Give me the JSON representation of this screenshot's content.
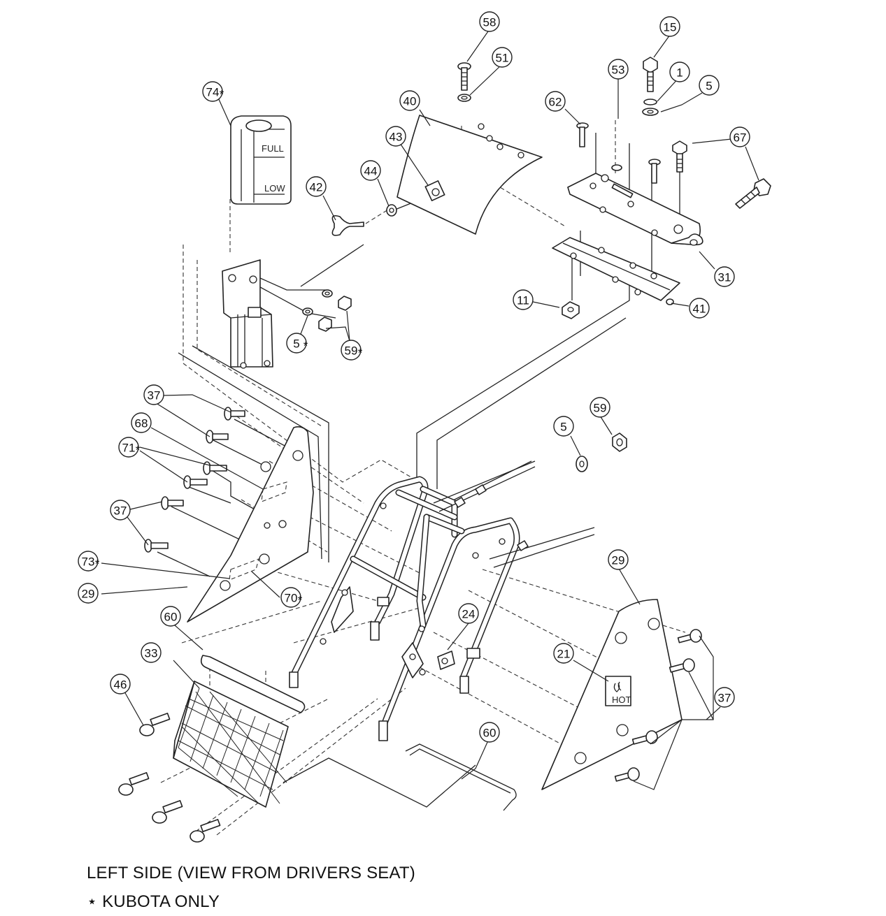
{
  "captions": {
    "view": "LEFT SIDE (VIEW FROM DRIVERS SEAT)",
    "note": "⋆ KUBOTA ONLY"
  },
  "tank_labels": {
    "full": "FULL",
    "low": "LOW"
  },
  "decal_label": "HOT",
  "kubota_marker": "*",
  "callouts": [
    {
      "id": "c58",
      "label": "58",
      "kubota": false
    },
    {
      "id": "c51",
      "label": "51",
      "kubota": false
    },
    {
      "id": "c15",
      "label": "15",
      "kubota": false
    },
    {
      "id": "c53",
      "label": "53",
      "kubota": false
    },
    {
      "id": "c1",
      "label": "1",
      "kubota": false
    },
    {
      "id": "c5a",
      "label": "5",
      "kubota": false
    },
    {
      "id": "c74",
      "label": "74",
      "kubota": true
    },
    {
      "id": "c40",
      "label": "40",
      "kubota": false
    },
    {
      "id": "c62",
      "label": "62",
      "kubota": false
    },
    {
      "id": "c67",
      "label": "67",
      "kubota": false
    },
    {
      "id": "c43",
      "label": "43",
      "kubota": false
    },
    {
      "id": "c44",
      "label": "44",
      "kubota": false
    },
    {
      "id": "c42",
      "label": "42",
      "kubota": false
    },
    {
      "id": "c31",
      "label": "31",
      "kubota": false
    },
    {
      "id": "c11",
      "label": "11",
      "kubota": false
    },
    {
      "id": "c41",
      "label": "41",
      "kubota": false
    },
    {
      "id": "c5b",
      "label": "5",
      "kubota": true
    },
    {
      "id": "c59a",
      "label": "59",
      "kubota": true
    },
    {
      "id": "c37a",
      "label": "37",
      "kubota": false
    },
    {
      "id": "c59b",
      "label": "59",
      "kubota": false
    },
    {
      "id": "c68",
      "label": "68",
      "kubota": false
    },
    {
      "id": "c5c",
      "label": "5",
      "kubota": false
    },
    {
      "id": "c71",
      "label": "71",
      "kubota": true
    },
    {
      "id": "c37b",
      "label": "37",
      "kubota": false
    },
    {
      "id": "c73",
      "label": "73",
      "kubota": true
    },
    {
      "id": "c29a",
      "label": "29",
      "kubota": false
    },
    {
      "id": "c29b",
      "label": "29",
      "kubota": false
    },
    {
      "id": "c70",
      "label": "70",
      "kubota": true
    },
    {
      "id": "c60a",
      "label": "60",
      "kubota": false
    },
    {
      "id": "c24",
      "label": "24",
      "kubota": false
    },
    {
      "id": "c21",
      "label": "21",
      "kubota": false
    },
    {
      "id": "c33",
      "label": "33",
      "kubota": false
    },
    {
      "id": "c46",
      "label": "46",
      "kubota": false
    },
    {
      "id": "c37c",
      "label": "37",
      "kubota": false
    },
    {
      "id": "c60b",
      "label": "60",
      "kubota": false
    }
  ]
}
